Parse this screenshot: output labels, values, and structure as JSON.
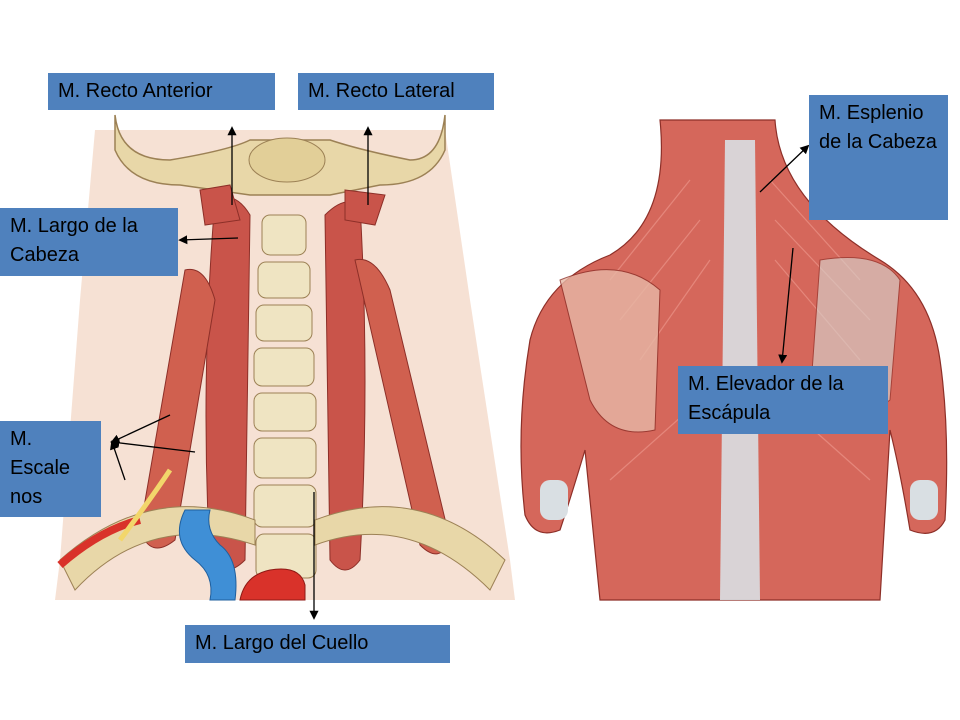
{
  "labels": {
    "recto_anterior": "M. Recto Anterior",
    "recto_lateral": "M. Recto Lateral",
    "largo_cabeza": "M. Largo de la Cabeza",
    "escalenos": "M. Escale nos",
    "largo_cuello": "M. Largo del Cuello",
    "esplenio_cabeza": "M. Esplenio de la Cabeza",
    "elevador_escapula": "M. Elevador de la Escápula"
  },
  "colors": {
    "label_fill": "#4f81bd",
    "muscle": "#c9544a",
    "muscle_light": "#e07a6e",
    "bone": "#e8d7a8",
    "tendon": "#d9dfe3",
    "vein": "#3f8fd6",
    "artery": "#d9322a"
  }
}
